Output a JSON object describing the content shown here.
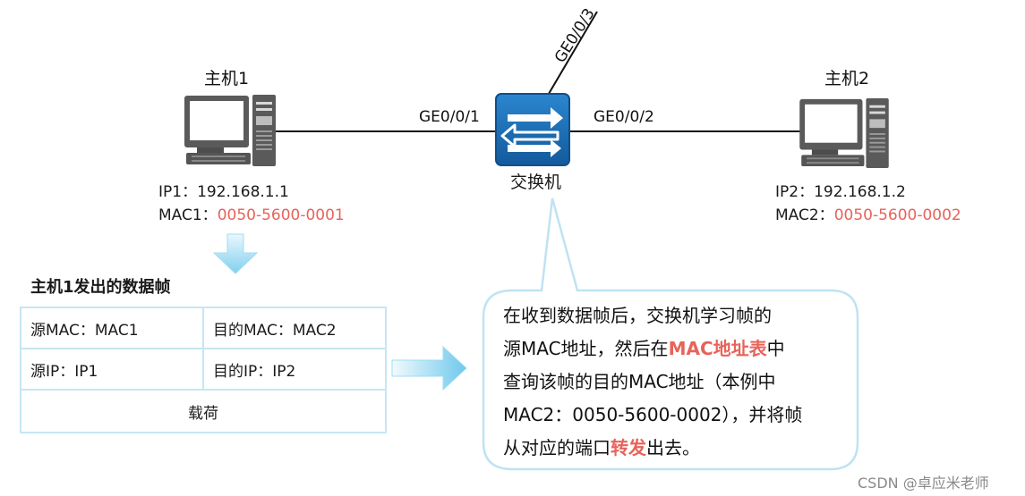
{
  "switch": {
    "label": "交换机",
    "ports": {
      "p1": "GE0/0/1",
      "p2": "GE0/0/2",
      "p3": "GE0/0/3"
    }
  },
  "host1": {
    "name": "主机1",
    "ip_prefix": "IP1：",
    "ip": "192.168.1.1",
    "mac_prefix": "MAC1：",
    "mac": "0050-5600-0001"
  },
  "host2": {
    "name": "主机2",
    "ip_prefix": "IP2：",
    "ip": "192.168.1.2",
    "mac_prefix": "MAC2：",
    "mac": "0050-5600-0002"
  },
  "frame": {
    "title": "主机1发出的数据帧",
    "src_mac": "源MAC：MAC1",
    "dst_mac": "目的MAC：MAC2",
    "src_ip": "源IP：IP1",
    "dst_ip": "目的IP：IP2",
    "payload": "载荷"
  },
  "callout": {
    "line1": "在收到数据帧后，交换机学习帧的",
    "line2_a": "源MAC地址，然后在",
    "line2_hl": "MAC地址表",
    "line2_b": "中",
    "line3": "查询该帧的目的MAC地址（本例中",
    "line4": "MAC2：0050-5600-0002），并将帧",
    "line5_a": "从对应的端口",
    "line5_hl": "转发",
    "line5_b": "出去。"
  },
  "watermark": "CSDN @卓应米老师",
  "colors": {
    "highlight": "#e8635a",
    "switch": "#1a6ab0",
    "bubble_border": "#bfe3f2",
    "table_border": "#c5e6f4"
  }
}
